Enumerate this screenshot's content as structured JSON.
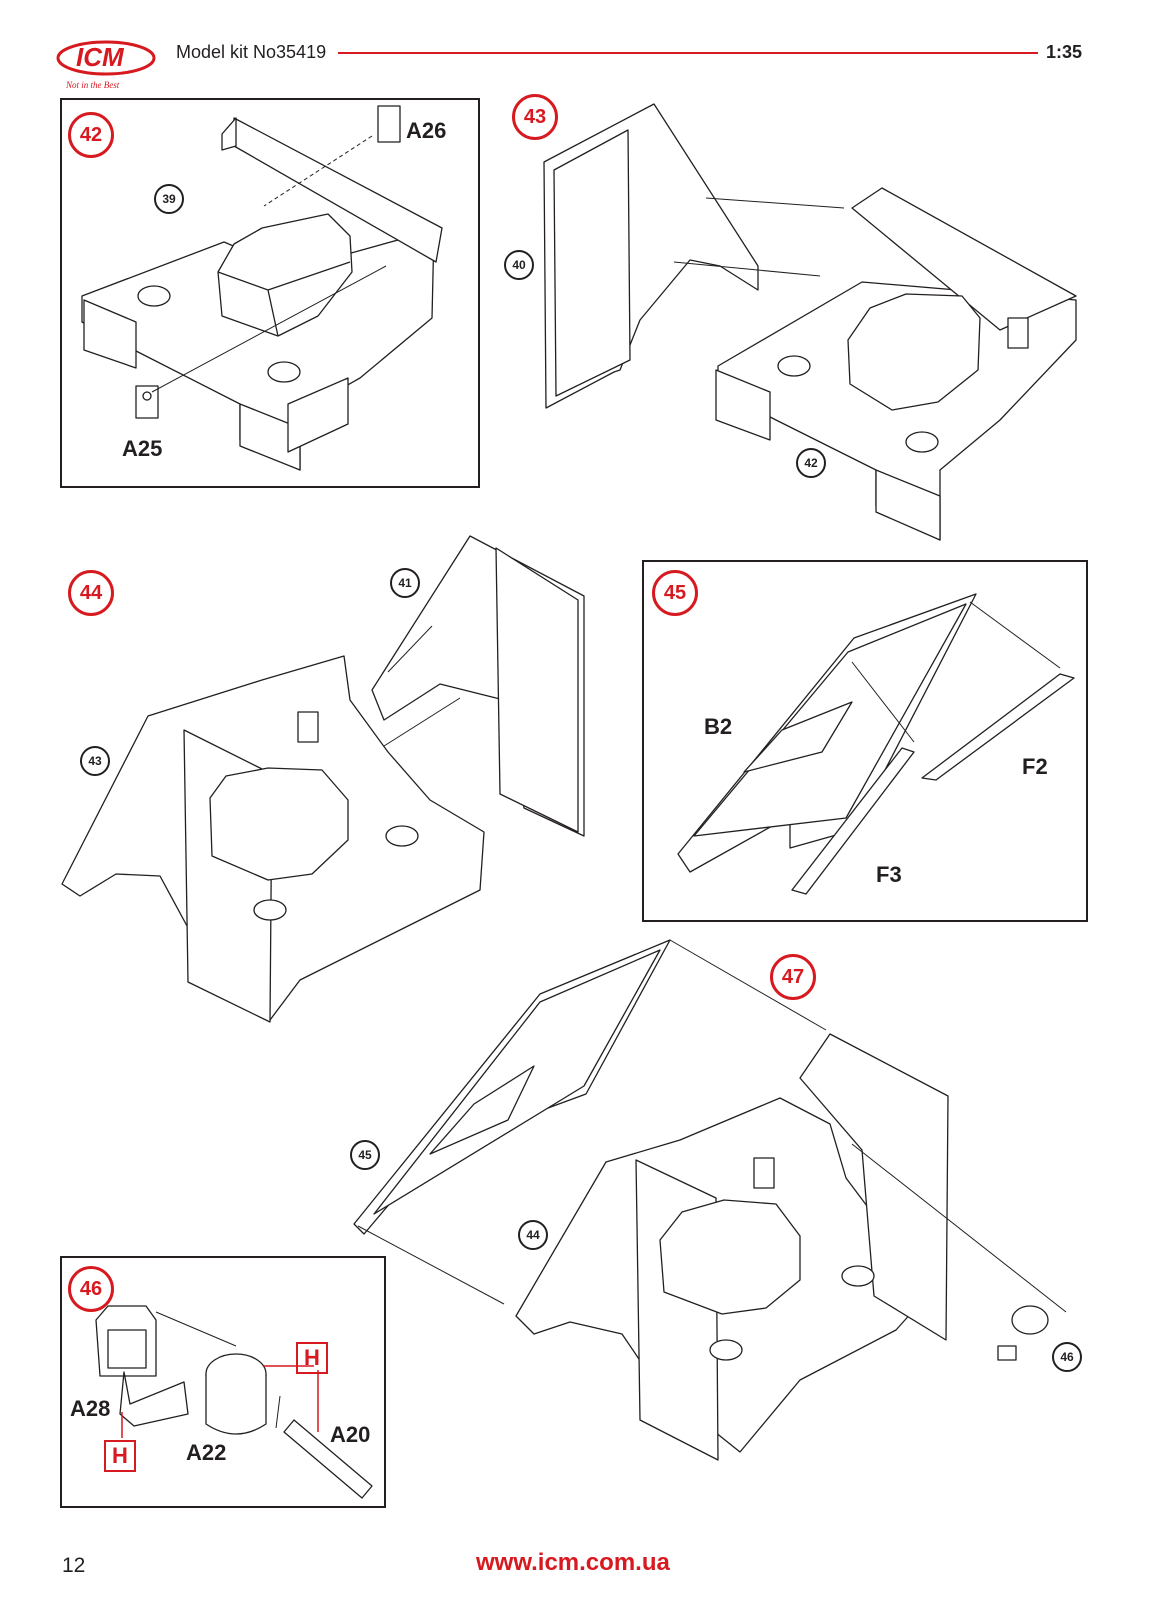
{
  "header": {
    "logo_text": "ICM",
    "logo_tagline": "Not in the Best",
    "model": "Model kit No35419",
    "scale": "1:35"
  },
  "steps": {
    "s42": {
      "number": "42",
      "refs": [
        "39"
      ],
      "parts": [
        "A26",
        "A25"
      ]
    },
    "s43": {
      "number": "43",
      "refs": [
        "40",
        "42"
      ]
    },
    "s44": {
      "number": "44",
      "refs": [
        "41",
        "43"
      ]
    },
    "s45": {
      "number": "45",
      "parts": [
        "B2",
        "F2",
        "F3"
      ]
    },
    "s46": {
      "number": "46",
      "parts": [
        "A28",
        "A22",
        "A20"
      ],
      "glue_mark": "H"
    },
    "s47": {
      "number": "47",
      "refs": [
        "45",
        "44",
        "46"
      ]
    }
  },
  "footer": {
    "page_number": "12",
    "url": "www.icm.com.ua"
  },
  "colors": {
    "accent": "#d71920",
    "ink": "#231f20"
  }
}
